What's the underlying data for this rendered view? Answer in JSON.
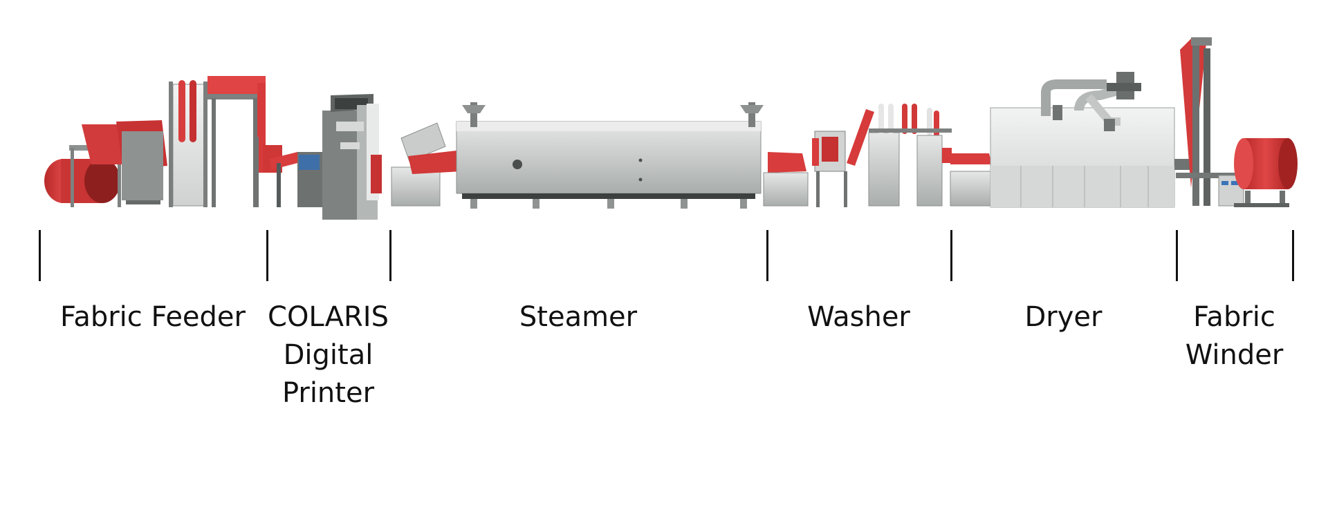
{
  "sections": [
    {
      "id": "fabric-feeder",
      "lines": [
        "Fabric Feeder"
      ]
    },
    {
      "id": "colaris-printer",
      "lines": [
        "COLARIS",
        "Digital",
        "Printer"
      ]
    },
    {
      "id": "steamer",
      "lines": [
        "Steamer"
      ]
    },
    {
      "id": "washer",
      "lines": [
        "Washer"
      ]
    },
    {
      "id": "dryer",
      "lines": [
        "Dryer"
      ]
    },
    {
      "id": "fabric-winder",
      "lines": [
        "Fabric",
        "Winder"
      ]
    }
  ],
  "colors": {
    "fabric_red": "#d93a3a",
    "fabric_red_dark": "#a82424",
    "machine_grey": "#9a9e9e",
    "machine_light": "#d8dad9",
    "machine_dark": "#555a5a",
    "text": "#111111"
  }
}
